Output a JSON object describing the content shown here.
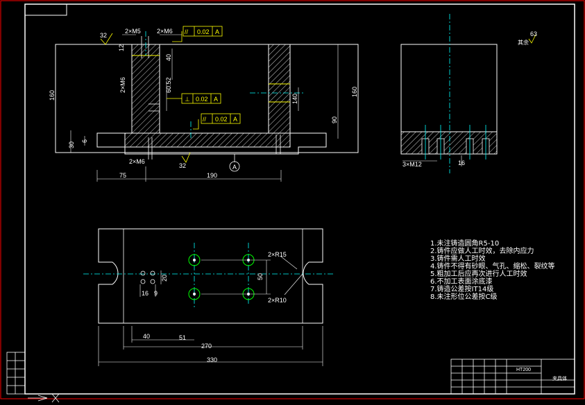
{
  "dims": {
    "front": {
      "d160": "160",
      "d30": "30",
      "d12": "12",
      "d40": "40",
      "d60": "60.52",
      "d2m5": "2×M5",
      "d2m6a": "2×M6",
      "d2m6b": "2×M6",
      "d2m6c": "2×M6",
      "d32": "32",
      "d32b": "32",
      "d75": "75",
      "d190": "190",
      "d90": "90",
      "d160r": "160",
      "d140": "140",
      "d6": "6",
      "datumA": "A"
    },
    "side": {
      "d63": "63",
      "rest": "其余",
      "d3m12": "3×M12",
      "d16": "16"
    },
    "top": {
      "d2r15": "2×R15",
      "d2r10": "2×R10",
      "d16": "16",
      "d9": "9",
      "d40": "40",
      "d51": "51",
      "d270": "270",
      "d330": "330",
      "d20": "20",
      "d50": "50"
    }
  },
  "tolerances": [
    {
      "symbol": "//",
      "value": "0.02",
      "datum": "A"
    },
    {
      "symbol": "⊥",
      "value": "0.02",
      "datum": "A"
    },
    {
      "symbol": "//",
      "value": "0.02",
      "datum": "A"
    }
  ],
  "notes": [
    "1.未注铸造圆角R5-10",
    "2.铸件应做人工时效，去除内应力",
    "3.铸件需人工时效",
    "4.铸件不得有砂眼、气孔、缩松、裂纹等",
    "5.粗加工后应再次进行人工时效",
    "6.不加工表面涂底漆",
    "7.铸造公差按IT14级",
    "8.未注形位公差按C级"
  ],
  "title_block": {
    "material": "HT200",
    "name": "夹具体"
  },
  "colors": {
    "line": "#ffffff",
    "hatch": "#ffffff",
    "dim": "#ffffff",
    "tol": "#ffff00",
    "center": "#00ffff",
    "green": "#00ff00",
    "red": "#ff0000"
  }
}
